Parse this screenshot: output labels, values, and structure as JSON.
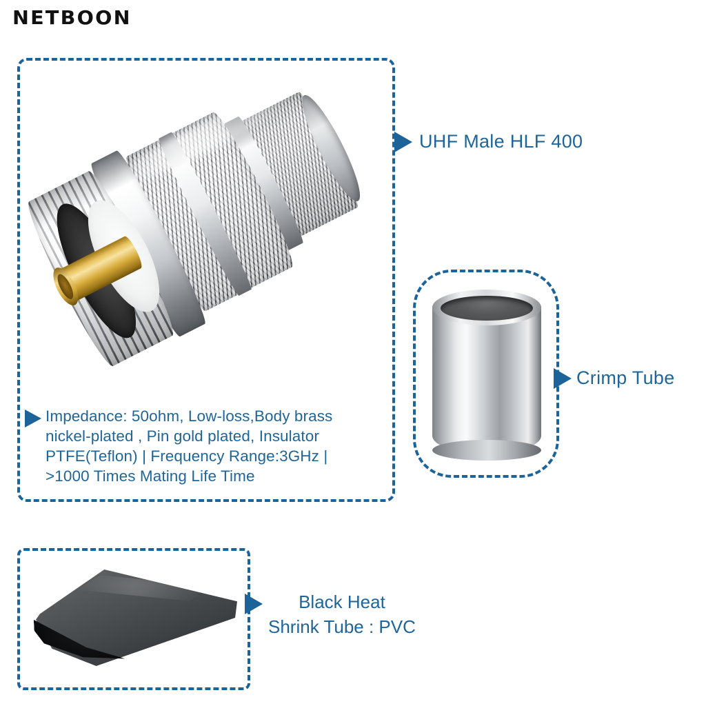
{
  "brand": {
    "name": "NETBOON"
  },
  "theme": {
    "accent_blue": "#1b6399",
    "text_blue": "#1f6599",
    "logo_black": "#111111",
    "background": "#ffffff"
  },
  "callouts": [
    {
      "id": "uhf",
      "icon": "triangle-right-icon",
      "label": "UHF Male HLF 400"
    },
    {
      "id": "crimp",
      "icon": "triangle-right-icon",
      "label": "Crimp Tube"
    },
    {
      "id": "shrink",
      "icon": "triangle-right-icon",
      "label_line1": "Black Heat",
      "label_line2": "Shrink Tube : PVC"
    },
    {
      "id": "specs",
      "icon": "triangle-right-icon",
      "label": "Impedance: 50ohm, Low-loss,Body brass nickel-plated , Pin gold plated, Insulator PTFE(Teflon) | Frequency Range:3GHz | >1000 Times Mating Life Time"
    }
  ],
  "products": {
    "connector": {
      "name": "uhf-male-connector-image"
    },
    "crimp_tube": {
      "name": "crimp-tube-image"
    },
    "heat_shrink": {
      "name": "heat-shrink-tube-image"
    }
  }
}
